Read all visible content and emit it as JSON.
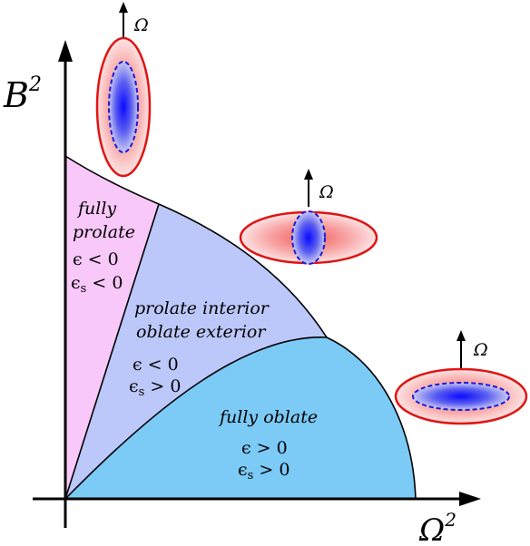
{
  "axes": {
    "y_label_base": "B",
    "y_label_exp": "2",
    "x_label_base": "Ω",
    "x_label_exp": "2"
  },
  "regions": {
    "fully_prolate": {
      "title_line1": "fully",
      "title_line2": "prolate",
      "cond1": "ϵ < 0",
      "cond2_base": "ϵ",
      "cond2_sub": "s",
      "cond2_rest": " < 0",
      "color": "#f8c8f8"
    },
    "prolate_interior": {
      "title_line1": "prolate interior",
      "title_line2": "oblate exterior",
      "cond1": "ϵ < 0",
      "cond2_base": "ϵ",
      "cond2_sub": "s",
      "cond2_rest": " > 0",
      "color": "#bcc8fa"
    },
    "fully_oblate": {
      "title": "fully oblate",
      "cond1": "ϵ > 0",
      "cond2_base": "ϵ",
      "cond2_sub": "s",
      "cond2_rest": " > 0",
      "color": "#7ccaf6"
    }
  },
  "shapes": {
    "omega_label": "Ω",
    "outer_color": "#e01414",
    "inner_color": "#1a1ad8"
  }
}
